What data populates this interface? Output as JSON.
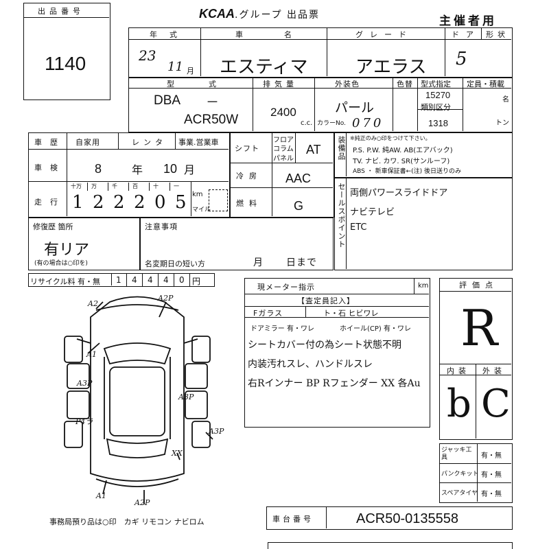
{
  "header": {
    "lot_label": "出品番号",
    "lot_number": "1140",
    "logo": "KCAA",
    "title": ".グループ 出品票",
    "organizer": "主催者用"
  },
  "row1": {
    "year_label": "年式",
    "year_value": "23",
    "month_value": "11",
    "month_unit": "月",
    "car_label": "車名",
    "car_value": "エスティマ",
    "grade_label": "グレード",
    "grade_value": "アエラス",
    "doors_label": "ドア",
    "doors_value": "5",
    "shape_label": "形状"
  },
  "row2": {
    "model_label": "型式",
    "model_prefix": "DBA",
    "model_dash": "－",
    "model_value": "ACR50W",
    "displacement_label": "排気量",
    "displacement_value": "2400",
    "displacement_unit": "c.c.",
    "color_label": "外装色",
    "color_value": "パール",
    "color_no_label": "カラーNo.",
    "color_no_value": "070",
    "recolor_label": "色替",
    "type_spec_label": "型式指定",
    "type_spec_value": "15270",
    "class_label": "類別区分",
    "class_value": "1318",
    "capacity_label": "定員・積載",
    "capacity_unit1": "名",
    "capacity_unit2": "トン"
  },
  "history": {
    "label": "車歴",
    "opt1": "自家用",
    "opt2": "レンタ",
    "opt3": "事業.営業車"
  },
  "inspection": {
    "label": "車検",
    "year": "8",
    "year_unit": "年",
    "month": "10",
    "month_unit": "月"
  },
  "mileage": {
    "label": "走行",
    "headers": [
      "十万",
      "万",
      "千",
      "百",
      "十",
      "一"
    ],
    "digits": [
      "1",
      "2",
      "2",
      "2",
      "0",
      "5"
    ],
    "unit_km": "km",
    "unit_mile": "マイル"
  },
  "shift": {
    "label": "シフト",
    "options": [
      "フロア",
      "コラム",
      "パネル"
    ],
    "value": "AT"
  },
  "ac": {
    "label": "冷房",
    "value": "AAC"
  },
  "fuel": {
    "label": "燃料",
    "value": "G"
  },
  "equipment": {
    "label": "装備品",
    "note": "※純正のみ○印をつけて下さい。",
    "line1": "P.S. P.W. 純AW. AB(エアバック)",
    "line2": "TV. ナビ. カワ. SR(サンルーフ)",
    "line3": "ABS ・ 新車保証書←(注) 後日送りのみ"
  },
  "sales_points": {
    "label": "セールスポイント",
    "items": [
      "両側パワースライドドア",
      "ナビテレビ",
      "ETC"
    ]
  },
  "repair": {
    "label": "修復歴 箇所",
    "value": "有リア",
    "note": "(有の場合は○印を)"
  },
  "notes": {
    "label": "注意事項",
    "deadline_label": "名変期日の短い方",
    "deadline_month": "月",
    "deadline_day": "日まで"
  },
  "recycle": {
    "label": "リサイクル料 有・無",
    "digits": [
      "1",
      "4",
      "4",
      "4",
      "0"
    ],
    "unit": "円"
  },
  "meter": {
    "label": "現メーター指示",
    "unit": "km",
    "inspector_label": "【査定員記入】",
    "glass": "Fガラス",
    "glass_opts": "ト・石  ヒビワレ",
    "mirror": "ドアミラー 有・ワレ",
    "wheel": "ホイール(CP) 有・ワレ",
    "comment1": "シートカバー付の為シート状態不明",
    "comment2": "内装汚れスレ、ハンドルスレ",
    "comment3": "右Rインナー BP  Rフェンダー XX  各Au"
  },
  "diagram_marks": [
    "A2",
    "A2P",
    "A1",
    "A3P",
    "A3P",
    "A3P",
    "P4ラ",
    "XX",
    "A1",
    "A2P"
  ],
  "rating": {
    "label": "評価点",
    "value": "R",
    "interior_label": "内装",
    "exterior_label": "外装",
    "interior_value": "b",
    "exterior_value": "C"
  },
  "tools": {
    "jack_label": "ジャッキ工具",
    "jack_value": "有・無",
    "puncture_label": "パンクキット",
    "puncture_value": "有・無",
    "spare_label": "スペアタイヤ",
    "spare_value": "有・無"
  },
  "chassis": {
    "label": "車台番号",
    "value": "ACR50-0135558"
  },
  "footer": {
    "note": "事務局預り品は○印　カギ リモコン ナビロム"
  }
}
